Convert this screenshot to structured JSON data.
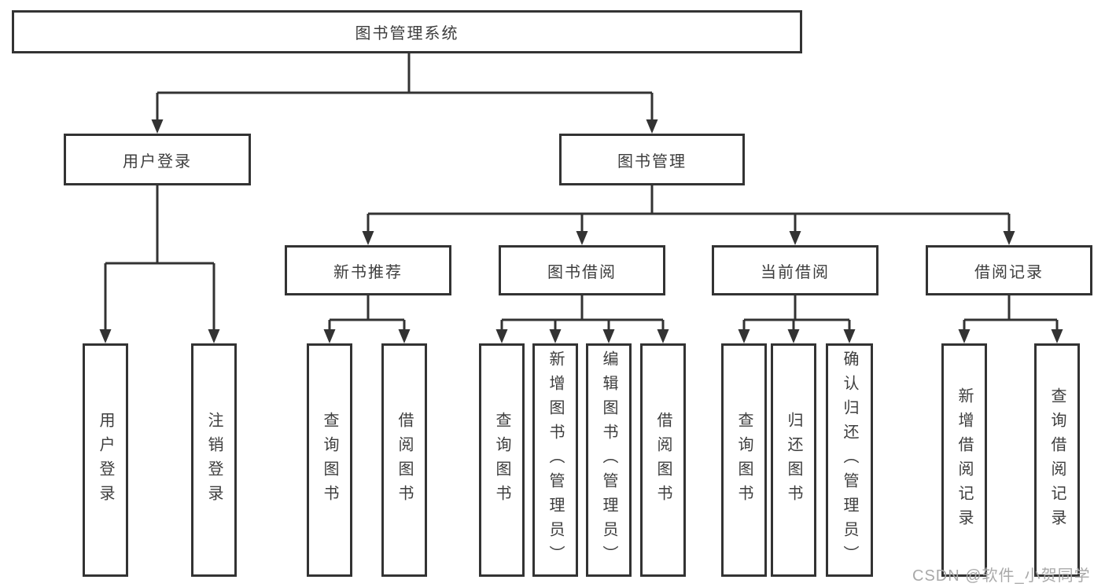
{
  "tree": {
    "label": "图书管理系统",
    "children": [
      {
        "label": "用户登录",
        "children": [
          {
            "label": "用户登录"
          },
          {
            "label": "注销登录"
          }
        ]
      },
      {
        "label": "图书管理",
        "children": [
          {
            "label": "新书推荐",
            "children": [
              {
                "label": "查询图书"
              },
              {
                "label": "借阅图书"
              }
            ]
          },
          {
            "label": "图书借阅",
            "children": [
              {
                "label": "查询图书"
              },
              {
                "label": "新增图书（管理员）"
              },
              {
                "label": "编辑图书（管理员）"
              },
              {
                "label": "借阅图书"
              }
            ]
          },
          {
            "label": "当前借阅",
            "children": [
              {
                "label": "查询图书"
              },
              {
                "label": "归还图书"
              },
              {
                "label": "确认归还（管理员）"
              }
            ]
          },
          {
            "label": "借阅记录",
            "children": [
              {
                "label": "新增借阅记录"
              },
              {
                "label": "查询借阅记录"
              }
            ]
          }
        ]
      }
    ]
  },
  "watermark": {
    "text": "CSDN @软件_小贺同学"
  },
  "colors": {
    "line": "#333333",
    "text": "#3d3d3d",
    "box_background": "#ffffff",
    "page_background": "#ffffff",
    "watermark": "#a9a9a9"
  }
}
